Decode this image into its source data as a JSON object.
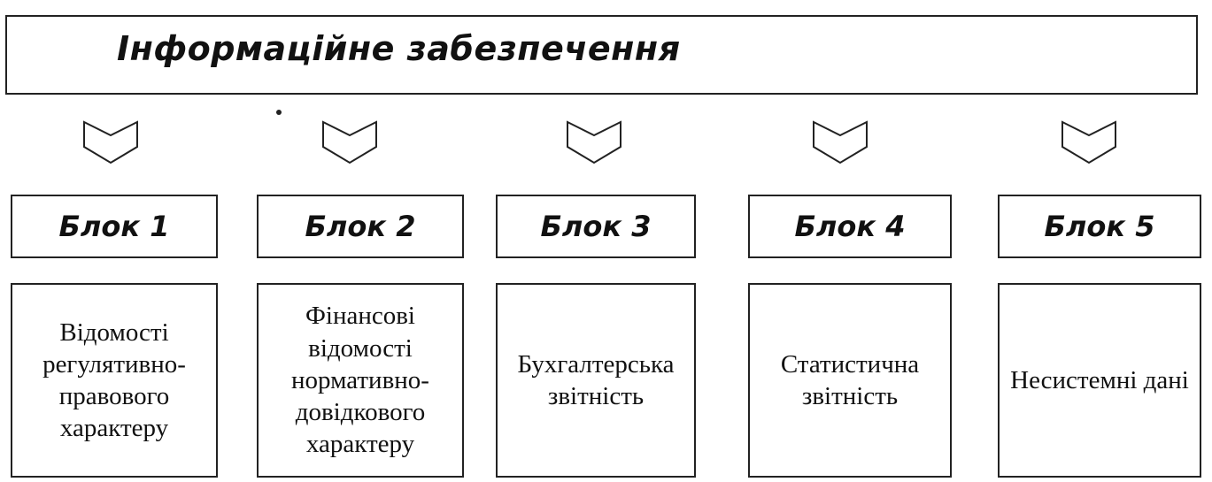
{
  "title": "Інформаційне забезпечення",
  "blocks": [
    {
      "head": "Блок 1",
      "body": "Відомості регулятивно-правового характеру"
    },
    {
      "head": "Блок 2",
      "body": "Фінансові відомості нормативно-довідкового характеру"
    },
    {
      "head": "Блок 3",
      "body": "Бухгалтерська звітність"
    },
    {
      "head": "Блок 4",
      "body": "Статистична звітність"
    },
    {
      "head": "Блок 5",
      "body": "Несистемні дані"
    }
  ],
  "colors": {
    "border": "#222222",
    "background": "#ffffff"
  },
  "icons": {
    "connector": "chevron-down-arrow-icon"
  }
}
